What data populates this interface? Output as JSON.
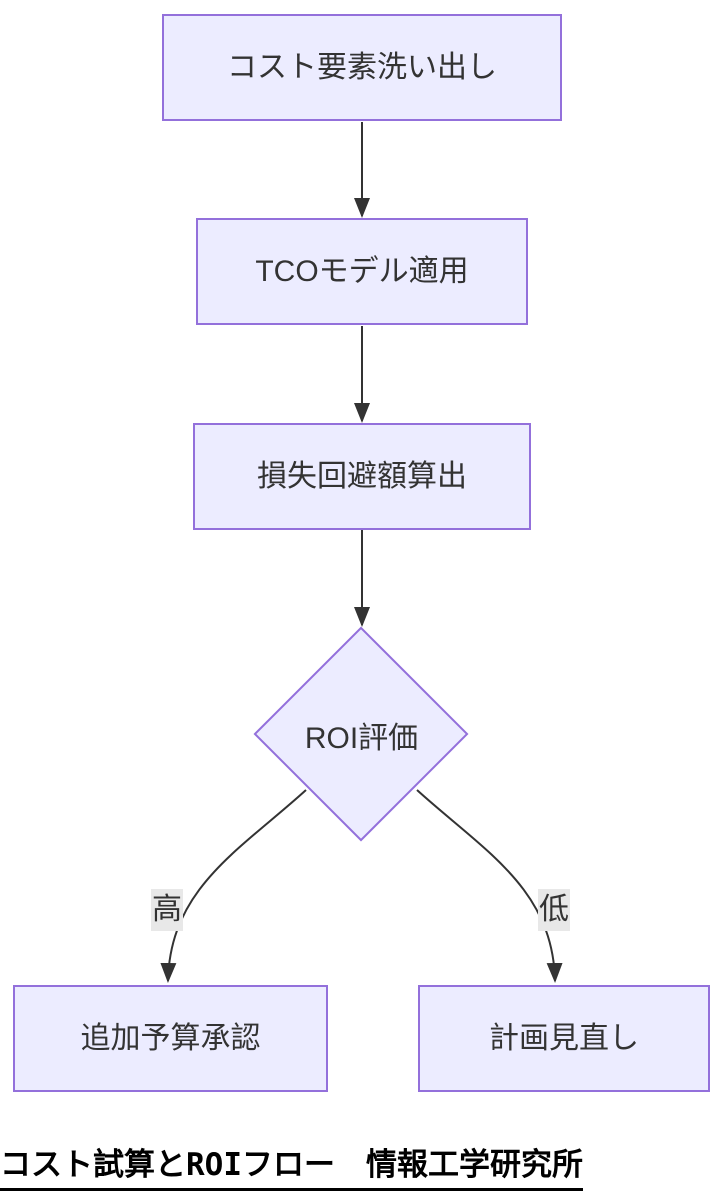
{
  "diagram": {
    "type": "flowchart",
    "direction": "top-down",
    "colors": {
      "background": "#ffffff",
      "node_fill": "#ECECFF",
      "node_border": "#9370DB",
      "edge_stroke": "#333333",
      "node_text": "#333333",
      "edge_label_bg": "#e8e8e8",
      "caption_text": "#000000"
    },
    "nodes": [
      {
        "id": "A",
        "label": "コスト要素洗い出し",
        "shape": "rect"
      },
      {
        "id": "B",
        "label": "TCOモデル適用",
        "shape": "rect"
      },
      {
        "id": "C",
        "label": "損失回避額算出",
        "shape": "rect"
      },
      {
        "id": "D",
        "label": "ROI評価",
        "shape": "diamond"
      },
      {
        "id": "E",
        "label": "追加予算承認",
        "shape": "rect"
      },
      {
        "id": "F",
        "label": "計画見直し",
        "shape": "rect"
      }
    ],
    "edges": [
      {
        "from": "A",
        "to": "B",
        "label": ""
      },
      {
        "from": "B",
        "to": "C",
        "label": ""
      },
      {
        "from": "C",
        "to": "D",
        "label": ""
      },
      {
        "from": "D",
        "to": "E",
        "label": "高"
      },
      {
        "from": "D",
        "to": "F",
        "label": "低"
      }
    ],
    "caption": "コスト試算とROIフロー　情報工学研究所"
  }
}
